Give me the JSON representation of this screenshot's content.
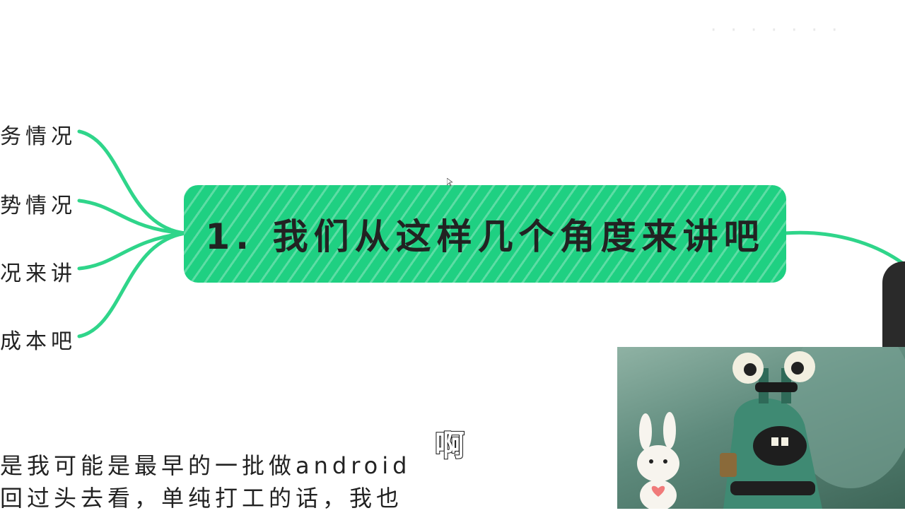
{
  "mindmap": {
    "central_node": {
      "title": "1. 我们从这样几个角度来讲吧",
      "color": "#1fd082"
    },
    "branches": [
      {
        "label": "务情况"
      },
      {
        "label": "势情况"
      },
      {
        "label": "况来讲"
      },
      {
        "label": "成本吧"
      }
    ]
  },
  "subtitle": {
    "text": "啊"
  },
  "notes": {
    "line1": "是我可能是最早的一批做android",
    "line2": "回过头去看，单纯打工的话，我也"
  },
  "faint_watermark": "· · ·  · ·  · ·",
  "video_overlay": {
    "icon": "cartoon-character-icon"
  }
}
